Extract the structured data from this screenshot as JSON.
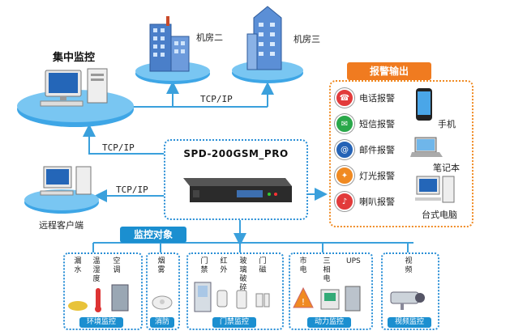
{
  "colors": {
    "accent_blue": "#1b8fd0",
    "dotted_border": "#2a8fd6",
    "alarm_border": "#f08a22",
    "alarm_header": "#f07b20",
    "arrow": "#3aa0dc",
    "platform": "#57b4ea"
  },
  "nodes": {
    "central": "集中监控",
    "room2": "机房二",
    "room3": "机房三",
    "remote": "远程客户端",
    "device": "SPD-200GSM_PRO"
  },
  "links": {
    "tcp1": "TCP/IP",
    "tcp2": "TCP/IP",
    "tcp3": "TCP/IP"
  },
  "alarm": {
    "title": "报警输出",
    "items": [
      {
        "label": "电话报警",
        "icon": "phone-icon",
        "color": "#e23b3b"
      },
      {
        "label": "短信报警",
        "icon": "sms-icon",
        "color": "#2aa84a"
      },
      {
        "label": "邮件报警",
        "icon": "email-icon",
        "color": "#2563b6"
      },
      {
        "label": "灯光报警",
        "icon": "light-icon",
        "color": "#f08a22"
      },
      {
        "label": "喇叭报警",
        "icon": "speaker-icon",
        "color": "#e23b3b"
      }
    ],
    "devices": {
      "phone": "手机",
      "laptop": "笔记本",
      "desktop": "台式电脑"
    }
  },
  "monitor": {
    "title": "监控对象",
    "env": {
      "cols": [
        "漏水",
        "温湿度",
        "空调"
      ],
      "label": "环境监控"
    },
    "fire": {
      "cols": [
        "烟雾"
      ],
      "label": "消防"
    },
    "door": {
      "cols": [
        "门禁",
        "红外",
        "玻璃破碎",
        "门磁"
      ],
      "label": "门禁监控"
    },
    "power": {
      "cols": [
        "市电",
        "三相电",
        "UPS"
      ],
      "label": "动力监控"
    },
    "video": {
      "cols": [
        "视频"
      ],
      "label": "视频监控"
    }
  }
}
